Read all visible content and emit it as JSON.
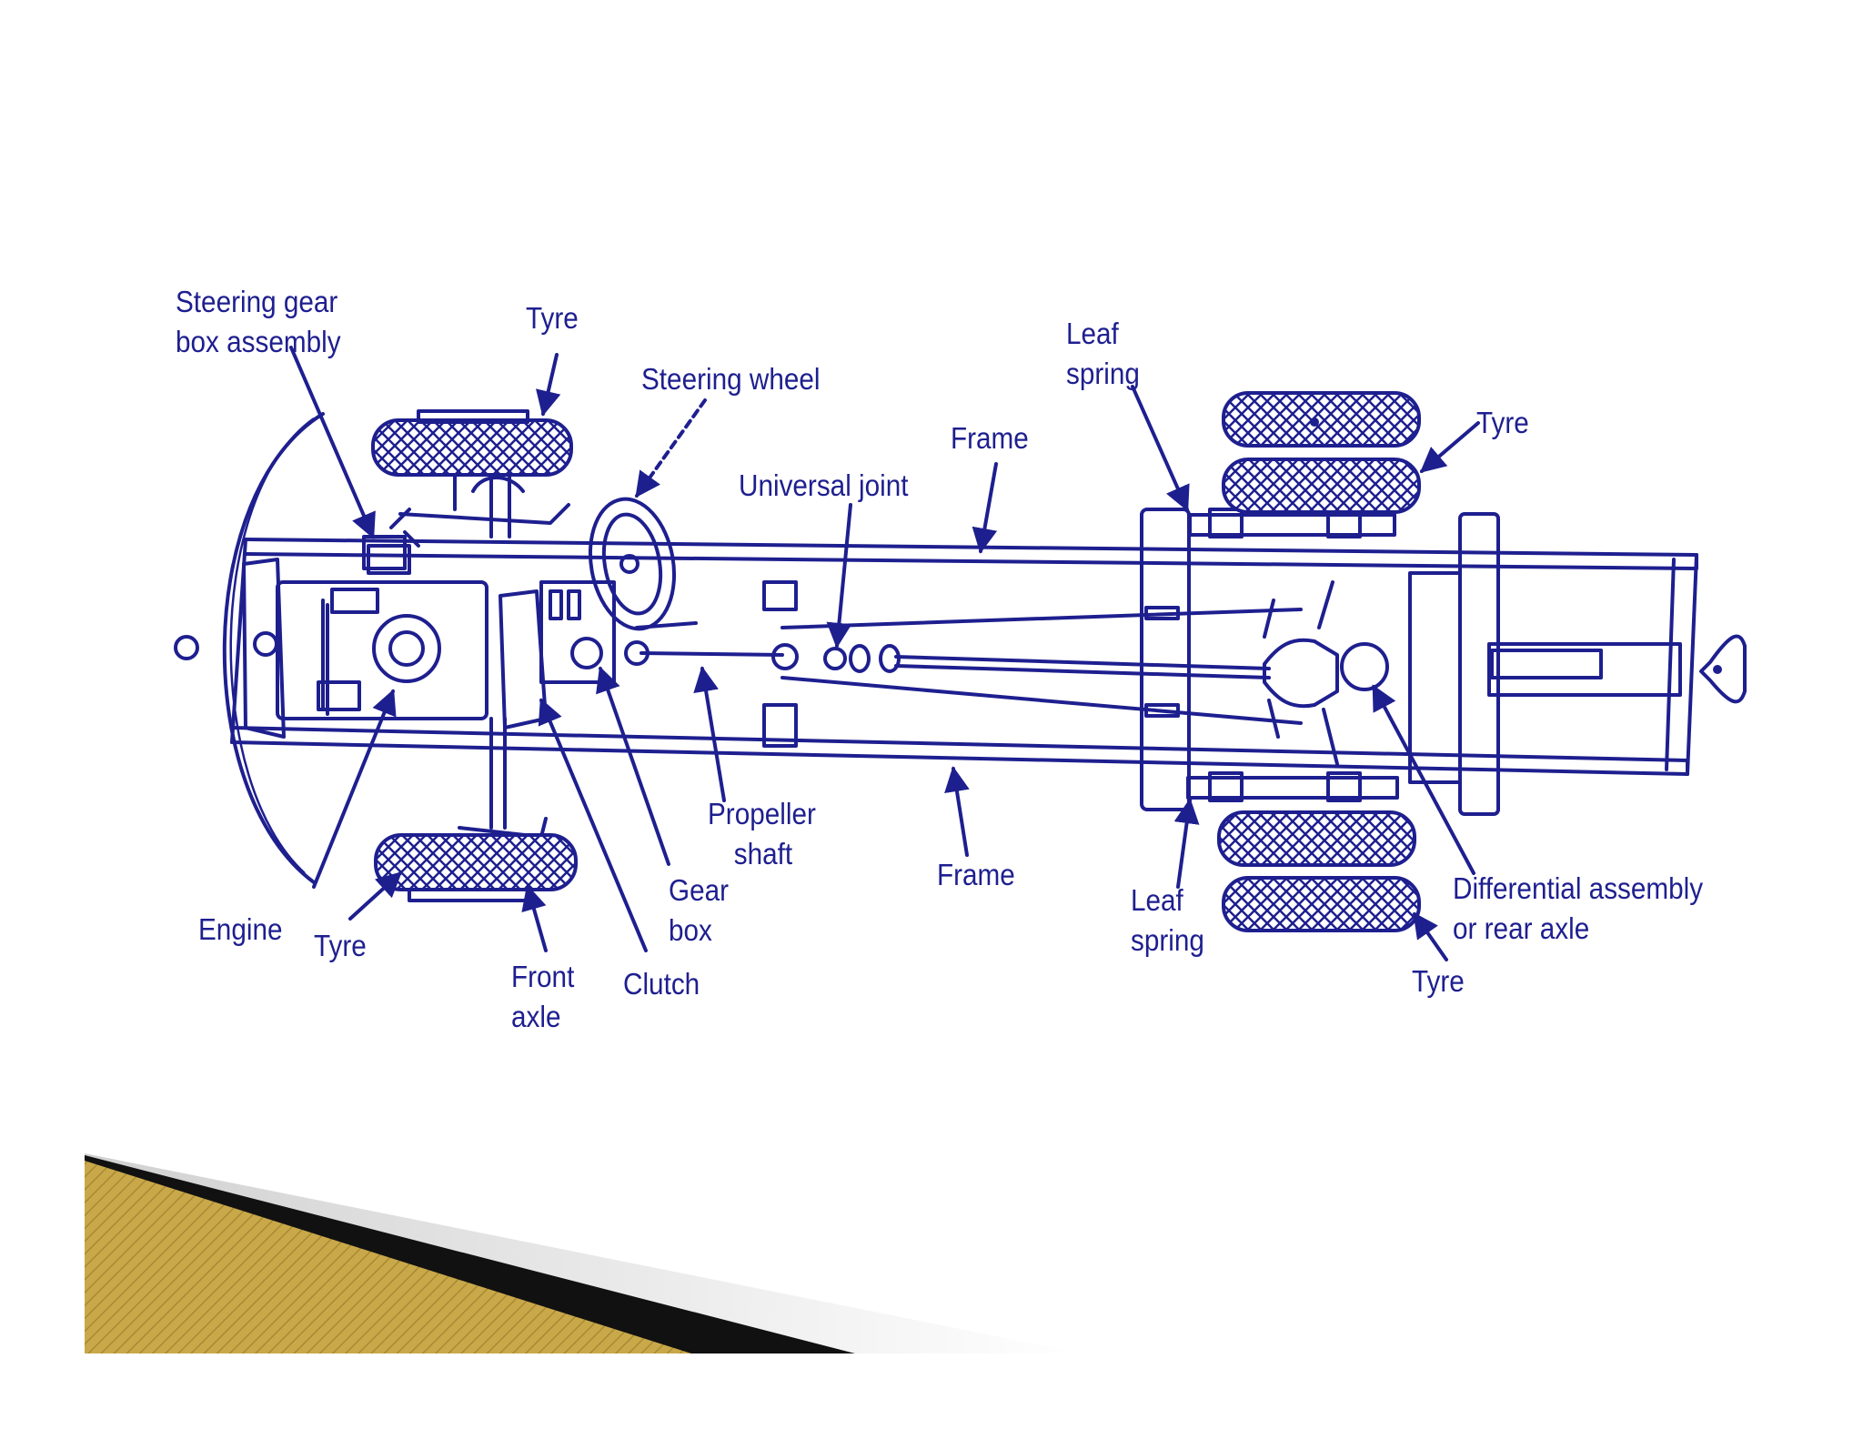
{
  "colors": {
    "ink": "#1e1f8f",
    "background": "#ffffff",
    "banner_gold": "#c9a84a",
    "banner_dark": "#111111"
  },
  "labels": {
    "steering_gear_box": [
      "Steering gear",
      "box assembly"
    ],
    "tyre_front_top": "Tyre",
    "steering_wheel": "Steering wheel",
    "leaf_spring_top": [
      "Leaf",
      "spring"
    ],
    "tyre_rear_top": "Tyre",
    "frame_top": "Frame",
    "universal_joint": "Universal joint",
    "propeller_shaft": [
      "Propeller",
      "shaft"
    ],
    "frame_bottom": "Frame",
    "gear_box": [
      "Gear",
      "box"
    ],
    "engine": "Engine",
    "tyre_front_bottom": "Tyre",
    "front_axle": [
      "Front",
      "axle"
    ],
    "clutch": "Clutch",
    "leaf_spring_bottom": [
      "Leaf",
      "spring"
    ],
    "differential": [
      "Differential assembly",
      "or rear axle"
    ],
    "tyre_rear_bottom": "Tyre"
  }
}
